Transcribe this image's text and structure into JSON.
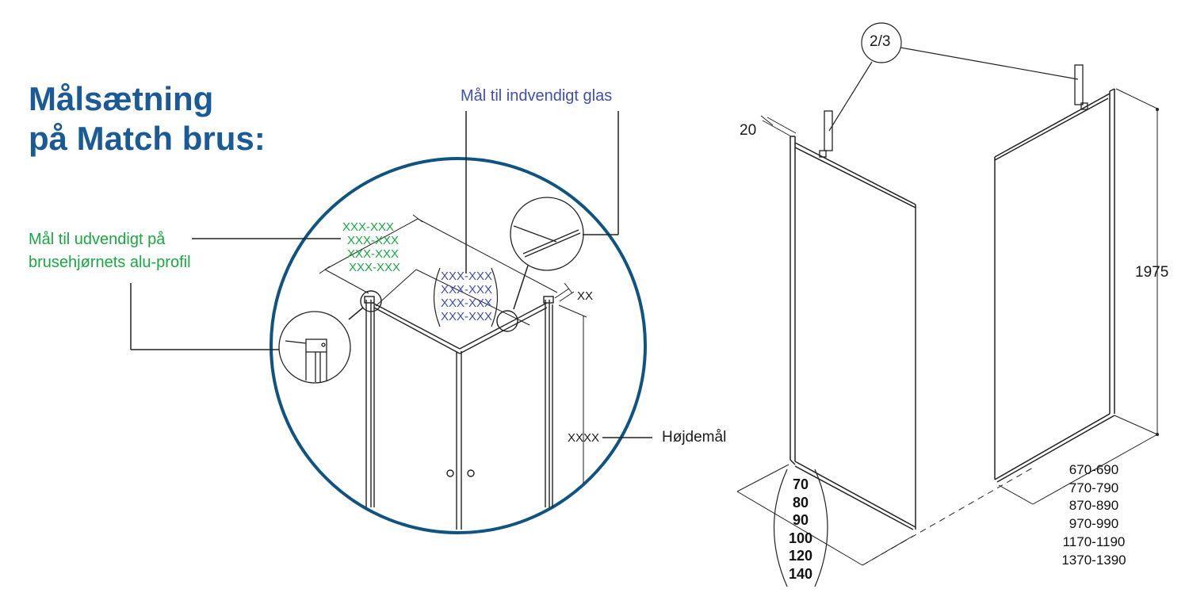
{
  "title": {
    "line1": "Målsætning",
    "line2": "på Match brus:"
  },
  "left_diagram": {
    "label_outer": {
      "line1": "Mål til udvendigt på",
      "line2": "brusehjørnets alu-profil"
    },
    "label_inner": "Mål til indvendigt glas",
    "label_height": "Højdemål",
    "outer_values": [
      "XXX-XXX",
      "XXX-XXX",
      "XXX-XXX",
      "XXX-XXX"
    ],
    "inner_values": [
      "XXX-XXX",
      "XXX-XXX",
      "XXX-XXX",
      "XXX-XXX"
    ],
    "gap_value": "XX",
    "height_value": "XXXX",
    "colors": {
      "circle": "#0f5480",
      "green": "#18a940",
      "blue": "#3f4fb5",
      "title": "#1a5a96"
    }
  },
  "right_diagram": {
    "callout": "2/3",
    "offset": "20",
    "height": "1975",
    "depths": [
      "70",
      "80",
      "90",
      "100",
      "120",
      "140"
    ],
    "widths": [
      "670-690",
      "770-790",
      "870-890",
      "970-990",
      "1170-1190",
      "1370-1390"
    ]
  }
}
